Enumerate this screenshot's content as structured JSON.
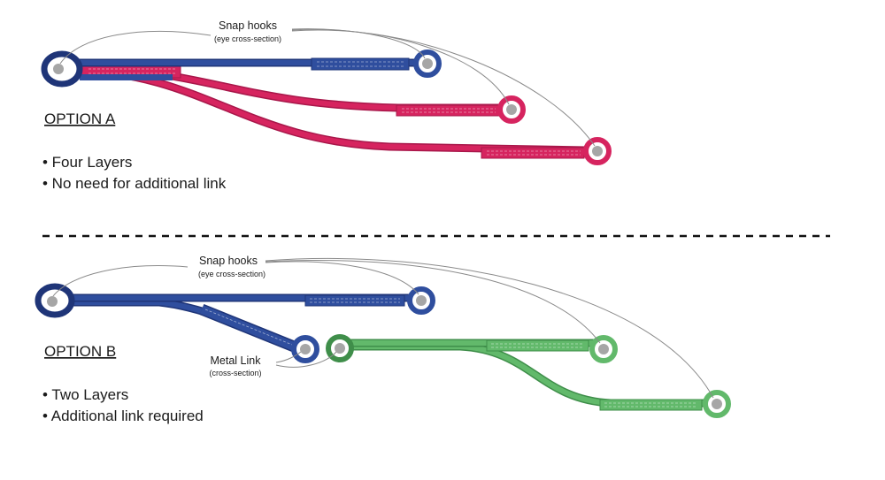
{
  "option_a": {
    "heading": "OPTION A",
    "callout_title": "Snap hooks",
    "callout_sub": "(eye cross-section)",
    "bullets": [
      "• Four Layers",
      "• No need for additional link"
    ]
  },
  "option_b": {
    "heading": "OPTION B",
    "callout_title": "Snap hooks",
    "callout_sub": "(eye cross-section)",
    "link_title": "Metal Link",
    "link_sub": "(cross-section)",
    "bullets": [
      "• Two Layers",
      "• Additional link required"
    ]
  },
  "colors": {
    "blue": "#2f4e9e",
    "blue_dark": "#1f3578",
    "pink": "#d6245f",
    "pink_dark": "#a8174a",
    "green": "#62b96b",
    "green_dark": "#3f8e4a",
    "pin": "#a6a6a6",
    "pointer": "#8a8a8a",
    "divider": "#111111"
  }
}
